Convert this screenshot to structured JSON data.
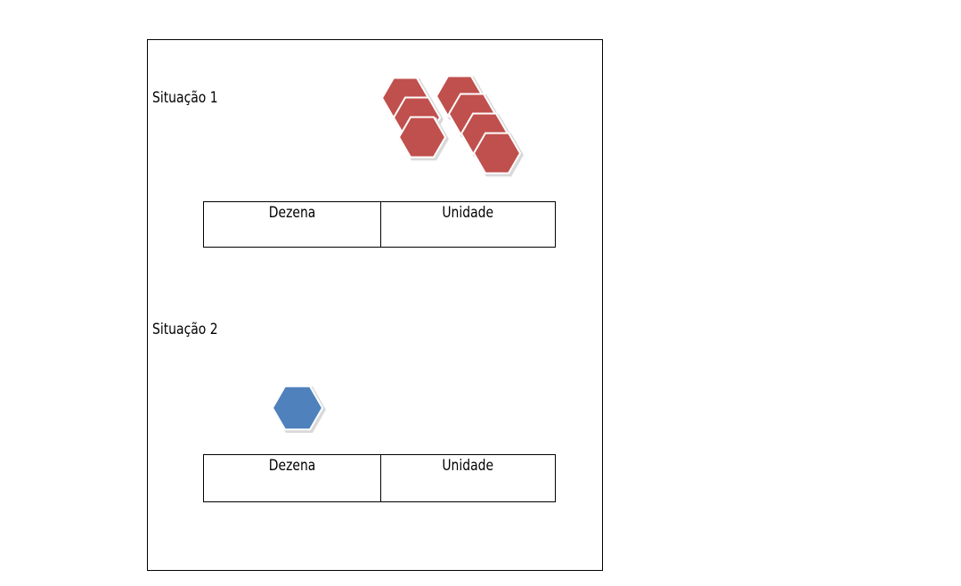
{
  "situations": [
    {
      "title": "Situação 1",
      "columns": [
        "Dezena",
        "Unidade"
      ],
      "pieces": {
        "color": "#c0504d",
        "count": 7
      }
    },
    {
      "title": "Situação 2",
      "columns": [
        "Dezena",
        "Unidade"
      ],
      "pieces": {
        "color": "#4f81bd",
        "count": 1
      }
    }
  ],
  "piece_shape": "hexagon"
}
